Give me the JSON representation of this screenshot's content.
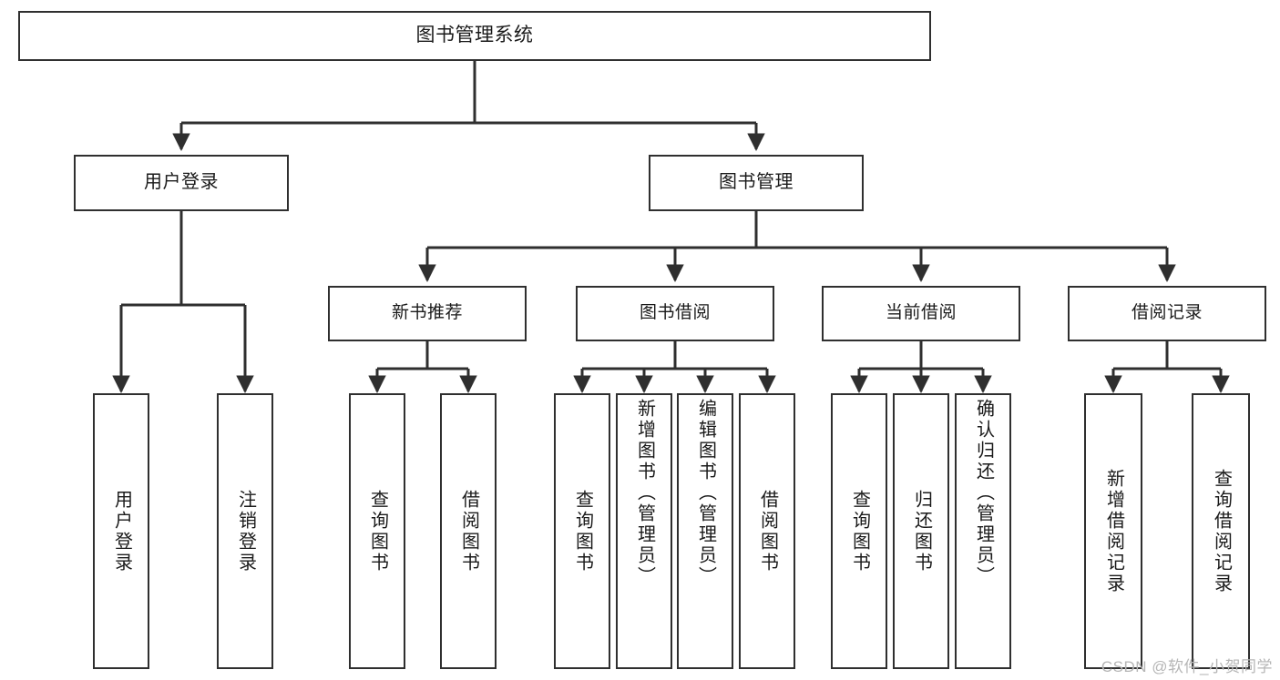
{
  "diagram": {
    "title": "图书管理系统",
    "type": "tree-hierarchy",
    "watermark": "CSDN @软件_小贺同学",
    "colors": {
      "box_border": "#2f2f2f",
      "box_fill": "#ffffff",
      "edge": "#2f2f2f",
      "text": "#1a1a1a",
      "watermark": "#b6b6b6",
      "background": "#ffffff"
    },
    "nodes": {
      "root": {
        "label": "图书管理系统"
      },
      "level2": [
        {
          "id": "user-login",
          "label": "用户登录"
        },
        {
          "id": "book-manage",
          "label": "图书管理"
        }
      ],
      "level3": [
        {
          "id": "new-book-recommend",
          "label": "新书推荐"
        },
        {
          "id": "book-borrow",
          "label": "图书借阅"
        },
        {
          "id": "current-borrow",
          "label": "当前借阅"
        },
        {
          "id": "borrow-record",
          "label": "借阅记录"
        }
      ],
      "leaves": {
        "user-login": [
          {
            "id": "leaf-user-login",
            "label": "用户登录"
          },
          {
            "id": "leaf-logout-login",
            "label": "注销登录"
          }
        ],
        "new-book-recommend": [
          {
            "id": "leaf-query-book-1",
            "label": "查询图书"
          },
          {
            "id": "leaf-borrow-book-1",
            "label": "借阅图书"
          }
        ],
        "book-borrow": [
          {
            "id": "leaf-query-book-2",
            "label": "查询图书"
          },
          {
            "id": "leaf-add-book-admin",
            "label": "新增图书（管理员）"
          },
          {
            "id": "leaf-edit-book-admin",
            "label": "编辑图书（管理员）"
          },
          {
            "id": "leaf-borrow-book-2",
            "label": "借阅图书"
          }
        ],
        "current-borrow": [
          {
            "id": "leaf-query-book-3",
            "label": "查询图书"
          },
          {
            "id": "leaf-return-book",
            "label": "归还图书"
          },
          {
            "id": "leaf-confirm-return-admin",
            "label": "确认归还（管理员）"
          }
        ],
        "borrow-record": [
          {
            "id": "leaf-add-borrow-record",
            "label": "新增借阅记录"
          },
          {
            "id": "leaf-query-borrow-record",
            "label": "查询借阅记录"
          }
        ]
      }
    }
  }
}
